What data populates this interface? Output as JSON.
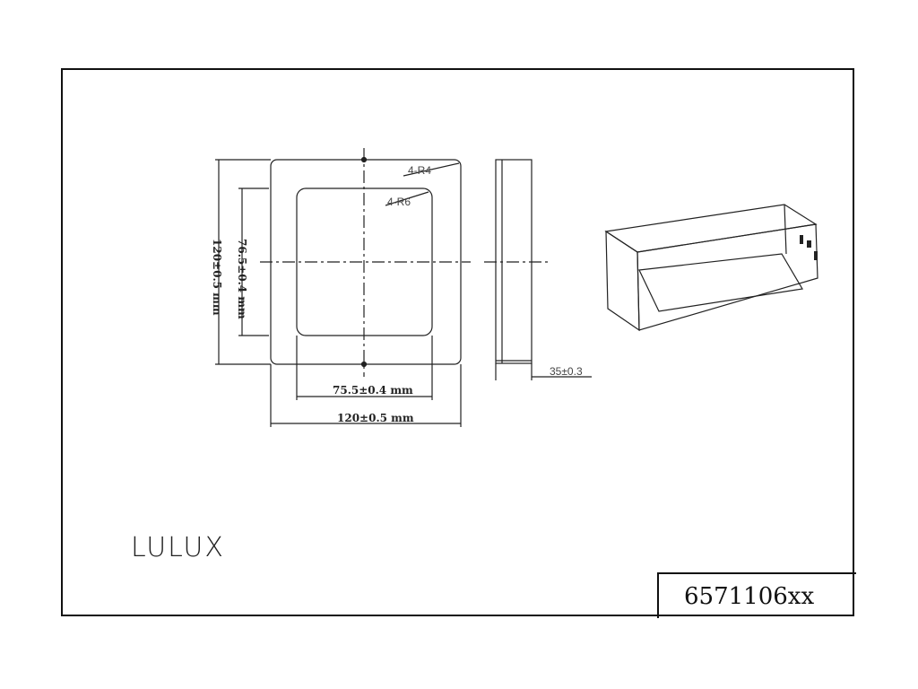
{
  "brand": "LULUX",
  "product_code": "6571106xx",
  "annotations": {
    "outer_radius": "4-R4",
    "inner_radius": "4-R6",
    "depth": "35±0.3",
    "outer_height": "120±0.5 mm",
    "inner_height": "76.5±0.4 mm",
    "inner_width": "75.5±0.4 mm",
    "outer_width": "120±0.5 mm"
  },
  "colors": {
    "line": "#222222",
    "border": "#111111"
  }
}
